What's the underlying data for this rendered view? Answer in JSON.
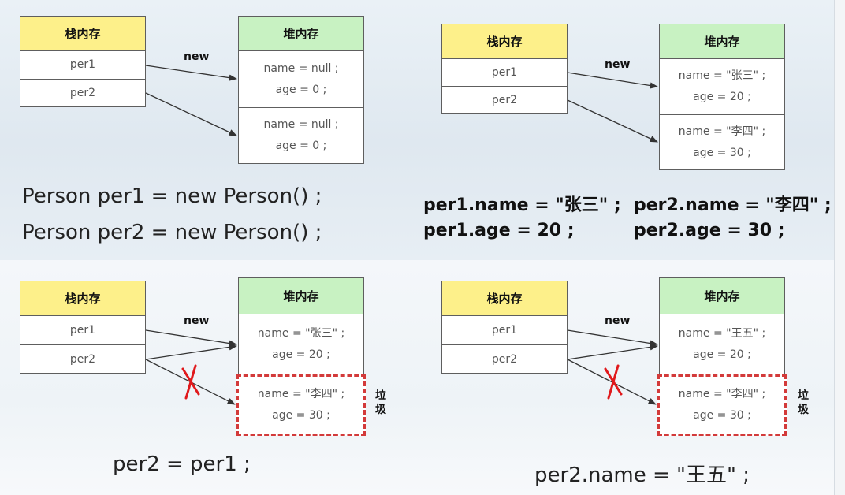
{
  "labels": {
    "stack": "栈内存",
    "heap": "堆内存",
    "new": "new",
    "garbage": "垃圾"
  },
  "vars": {
    "per1": "per1",
    "per2": "per2"
  },
  "colors": {
    "stack_header": "#fdf08a",
    "heap_header": "#c8f2c2",
    "garbage_border": "#d33a3a",
    "cross": "#e0191c"
  },
  "panels": {
    "p1": {
      "obj1": [
        "name = null ;",
        "age = 0 ;"
      ],
      "obj2": [
        "name = null ;",
        "age = 0 ;"
      ],
      "code": [
        "Person per1 = new Person() ;",
        "Person per2 = new Person() ;"
      ]
    },
    "p2": {
      "obj1": [
        "name = \"张三\" ;",
        "age = 20 ;"
      ],
      "obj2": [
        "name = \"李四\" ;",
        "age = 30 ;"
      ],
      "code": [
        "per1.name = \"张三\" ;",
        "per2.name = \"李四\" ;",
        "per1.age = 20 ;",
        "per2.age = 30 ;"
      ]
    },
    "p3": {
      "obj1": [
        "name = \"张三\" ;",
        "age = 20 ;"
      ],
      "obj2": [
        "name = \"李四\" ;",
        "age = 30 ;"
      ],
      "code": [
        "per2 = per1 ;"
      ]
    },
    "p4": {
      "obj1": [
        "name = \"王五\" ;",
        "age = 20 ;"
      ],
      "obj2": [
        "name = \"李四\" ;",
        "age = 30 ;"
      ],
      "code": [
        "per2.name = \"王五\" ;"
      ]
    }
  }
}
